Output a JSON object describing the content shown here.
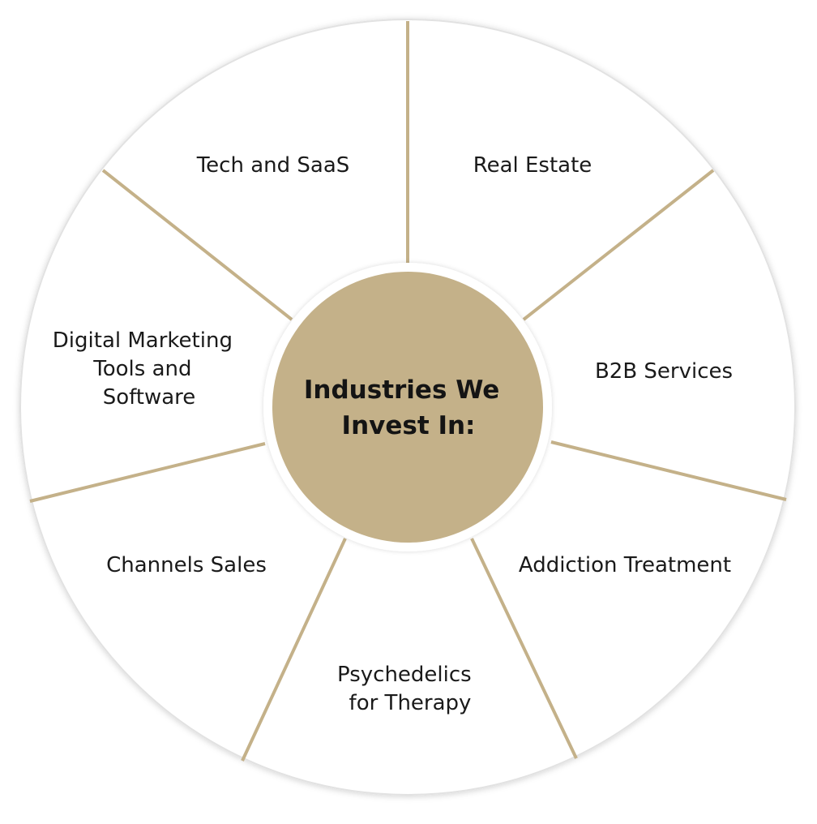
{
  "center": {
    "lines": [
      "Industries We",
      "Invest In:"
    ]
  },
  "segments": [
    {
      "id": "tech",
      "lines": [
        "Tech and SaaS"
      ]
    },
    {
      "id": "real-estate",
      "lines": [
        "Real Estate"
      ]
    },
    {
      "id": "b2b",
      "lines": [
        "B2B Services"
      ]
    },
    {
      "id": "addiction",
      "lines": [
        "Addiction Treatment"
      ]
    },
    {
      "id": "psychedelics",
      "lines": [
        "Psychedelics",
        "for Therapy"
      ]
    },
    {
      "id": "channels",
      "lines": [
        "Channels Sales"
      ]
    },
    {
      "id": "digital-marketing",
      "lines": [
        "Digital Marketing",
        "Tools and",
        "Software"
      ]
    }
  ],
  "colors": {
    "accent": "#c4b189",
    "divider": "#c4b189",
    "outer_fill": "#ffffff",
    "outer_border": "#dcdcdc",
    "text": "#1a1a1a",
    "center_text": "#141414"
  }
}
